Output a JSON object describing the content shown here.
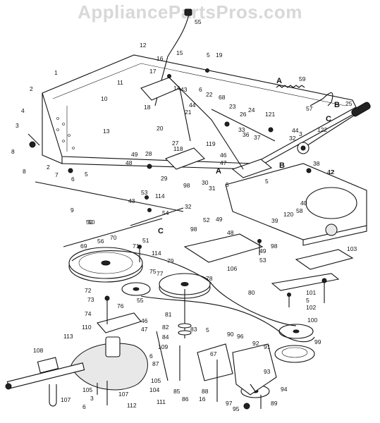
{
  "watermark": "AppliancePartsPros.com",
  "callouts": [
    "55",
    "15",
    "16",
    "12",
    "5",
    "19",
    "17",
    "1",
    "11",
    "18",
    "10",
    "43",
    "6",
    "14",
    "2",
    "13",
    "4",
    "3",
    "20",
    "21",
    "44",
    "68",
    "22",
    "23",
    "24",
    "26",
    "121",
    "59",
    "57",
    "25",
    "3",
    "122",
    "32",
    "44",
    "7",
    "36",
    "33",
    "37",
    "42",
    "38",
    "27",
    "119",
    "46",
    "47",
    "118",
    "28",
    "49",
    "48",
    "8",
    "2",
    "6",
    "5",
    "9",
    "29",
    "98",
    "30",
    "31",
    "5",
    "A",
    "B",
    "C",
    "5",
    "50",
    "40",
    "58",
    "120",
    "39",
    "12",
    "54",
    "53",
    "114",
    "43",
    "52",
    "49",
    "98",
    "32",
    "50",
    "70",
    "51",
    "49",
    "98",
    "48",
    "56",
    "69",
    "71",
    "114",
    "75",
    "79",
    "106",
    "53",
    "103",
    "77",
    "78",
    "72",
    "73",
    "55",
    "74",
    "76",
    "80",
    "101",
    "102",
    "5",
    "100",
    "81",
    "82",
    "83",
    "84",
    "99",
    "46",
    "47",
    "5",
    "110",
    "113",
    "108",
    "109",
    "6",
    "87",
    "90",
    "96",
    "92",
    "91",
    "93",
    "94",
    "95",
    "97",
    "89",
    "88",
    "16",
    "85",
    "86",
    "67",
    "111",
    "112",
    "107",
    "105",
    "104",
    "107",
    "105",
    "6",
    "3",
    "8"
  ],
  "letter_markers": [
    "A",
    "A",
    "B",
    "B",
    "C",
    "C"
  ]
}
